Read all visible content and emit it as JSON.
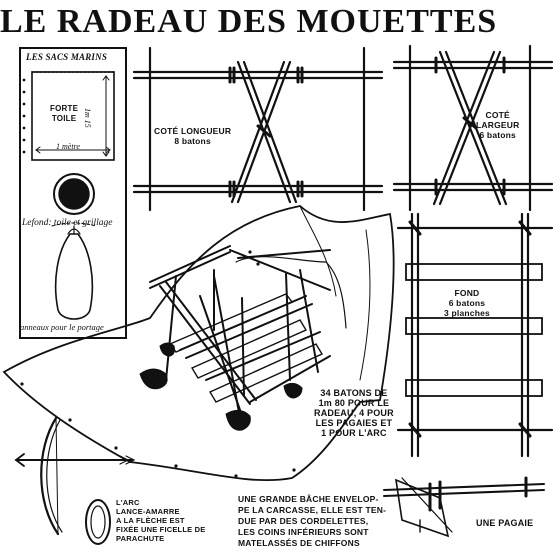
{
  "title": "LE RADEAU DES MOUETTES",
  "sacs": {
    "heading": "LES SACS MARINS",
    "fabric": "FORTE\nTOILE",
    "height_dim": "1m 15",
    "width_dim": "1 mètre",
    "bottom": "Lefond: toile et grillage",
    "handle": "anneaux pour le portage"
  },
  "side_long": {
    "label": "COTÉ LONGUEUR\n8 batons"
  },
  "side_wide": {
    "label": "COTÉ\nLARGEUR\n6 batons"
  },
  "bottom_frame": {
    "label": "FOND\n6 batons\n3 planches"
  },
  "sticks_note": "34 BATONS DE\n1m 80 POUR LE\nRADEAU, 4 POUR\nLES PAGAIES ET\n1 POUR L'ARC",
  "bow_note": "L'ARC\nLANCE-AMARRE\nA LA FLÈCHE EST\nFIXÉE UNE FICELLE DE\nPARACHUTE",
  "tarp_note": "UNE GRANDE BÂCHE ENVELOP-\nPE LA CARCASSE, ELLE EST TEN-\nDUE PAR DES CORDELETTES,\nLES COINS INFÉRIEURS SONT\nMATELASSÉS DE CHIFFONS",
  "paddle_label": "UNE PAGAIE",
  "colors": {
    "ink": "#111111",
    "paper": "#ffffff"
  }
}
